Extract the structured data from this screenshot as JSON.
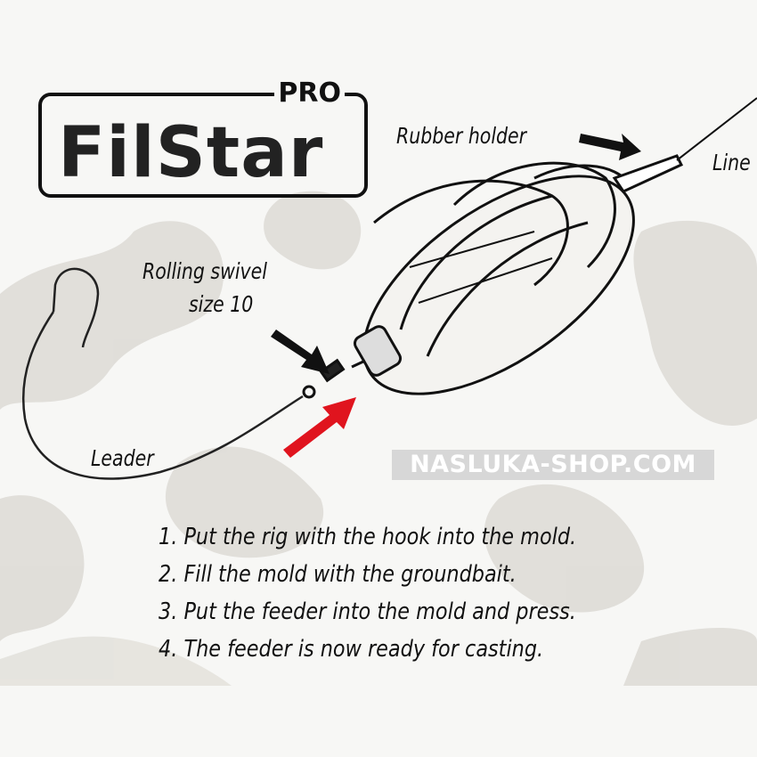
{
  "logo": {
    "brand": "FilStar",
    "suffix": "PRO"
  },
  "labels": {
    "rubber_holder": "Rubber holder",
    "line": "Line",
    "rolling_swivel": "Rolling swivel",
    "swivel_size": "size 10",
    "leader": "Leader"
  },
  "watermark": "NASLUKA-SHOP.COM",
  "steps": [
    "1. Put the rig with the hook into the mold.",
    "2. Fill the mold with the groundbait.",
    "3. Put the feeder into the mold and press.",
    "4. The feeder is now ready for casting."
  ],
  "colors": {
    "arrow_red": "#e0141e",
    "camo": "#dcdcd8"
  }
}
